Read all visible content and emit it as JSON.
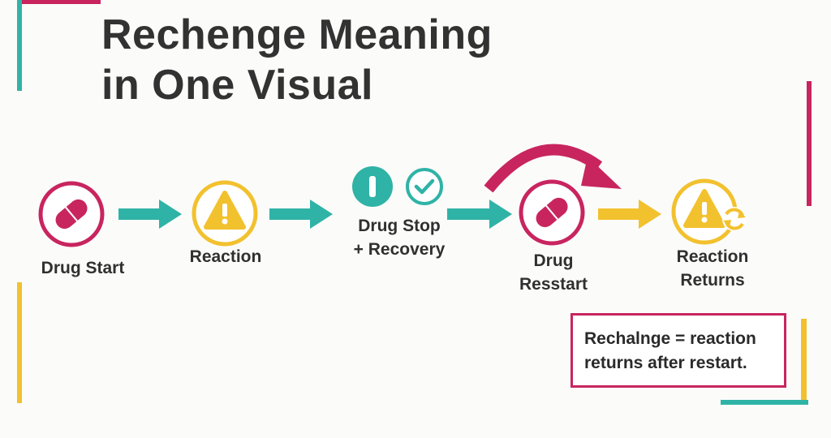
{
  "title": {
    "line1": "Rechenge Meaning",
    "line2": "in One Visual"
  },
  "colors": {
    "magenta": "#c8255f",
    "teal": "#2fb3a6",
    "yellow": "#f2c12e",
    "text": "#303030"
  },
  "steps": [
    {
      "label": [
        "Drug Start"
      ],
      "icon": "pill-icon"
    },
    {
      "label": [
        "Reaction"
      ],
      "icon": "warning-icon"
    },
    {
      "label": [
        "Drug Stop",
        "+ Recovery"
      ],
      "icon": "stop-and-check-icons"
    },
    {
      "label": [
        "Drug",
        "Resstart"
      ],
      "icon": "pill-icon"
    },
    {
      "label": [
        "Reaction",
        "Returns"
      ],
      "icon": "warning-return-icon"
    }
  ],
  "note": {
    "line1": "Rechalnge = reaction",
    "line2": "returns after restart."
  }
}
